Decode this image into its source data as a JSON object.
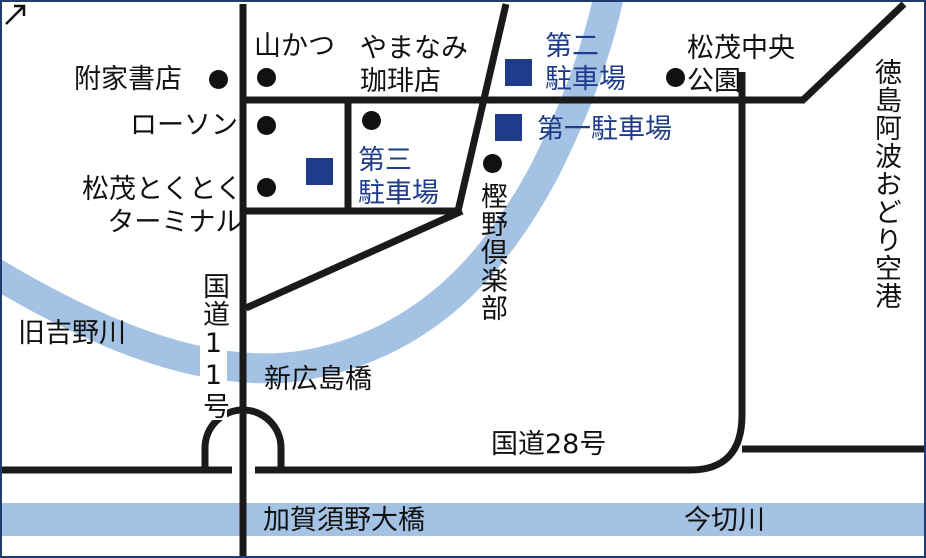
{
  "colors": {
    "river": "#a4c2e4",
    "road": "#1a1a1a",
    "parking": "#1f3c8a",
    "frame": "#1f3c6e"
  },
  "rivers": {
    "kyuyoshino": "旧吉野川",
    "imagiri": "今切川"
  },
  "roads": {
    "route11": "国道11号",
    "route28": "国道28号"
  },
  "bridges": {
    "shinhiroshima": "新広島橋",
    "kagasuno": "加賀須野大橋"
  },
  "places": {
    "yamakatsu": "山かつ",
    "yamanami": "やまなみ\n珈琲店",
    "fukesho": "附家書店",
    "lawson": "ローソン",
    "terminal": "松茂とくとく\nターミナル",
    "park": "松茂中央\n公園",
    "kashino": "樫野倶楽部",
    "airport": "徳島阿波おどり空港"
  },
  "parking": {
    "p1": "第一駐車場",
    "p2": "第二\n駐車場",
    "p3": "第三\n駐車場"
  },
  "icons": [
    "arrow-up-right-icon",
    "place-dot-icon",
    "parking-square-icon"
  ]
}
